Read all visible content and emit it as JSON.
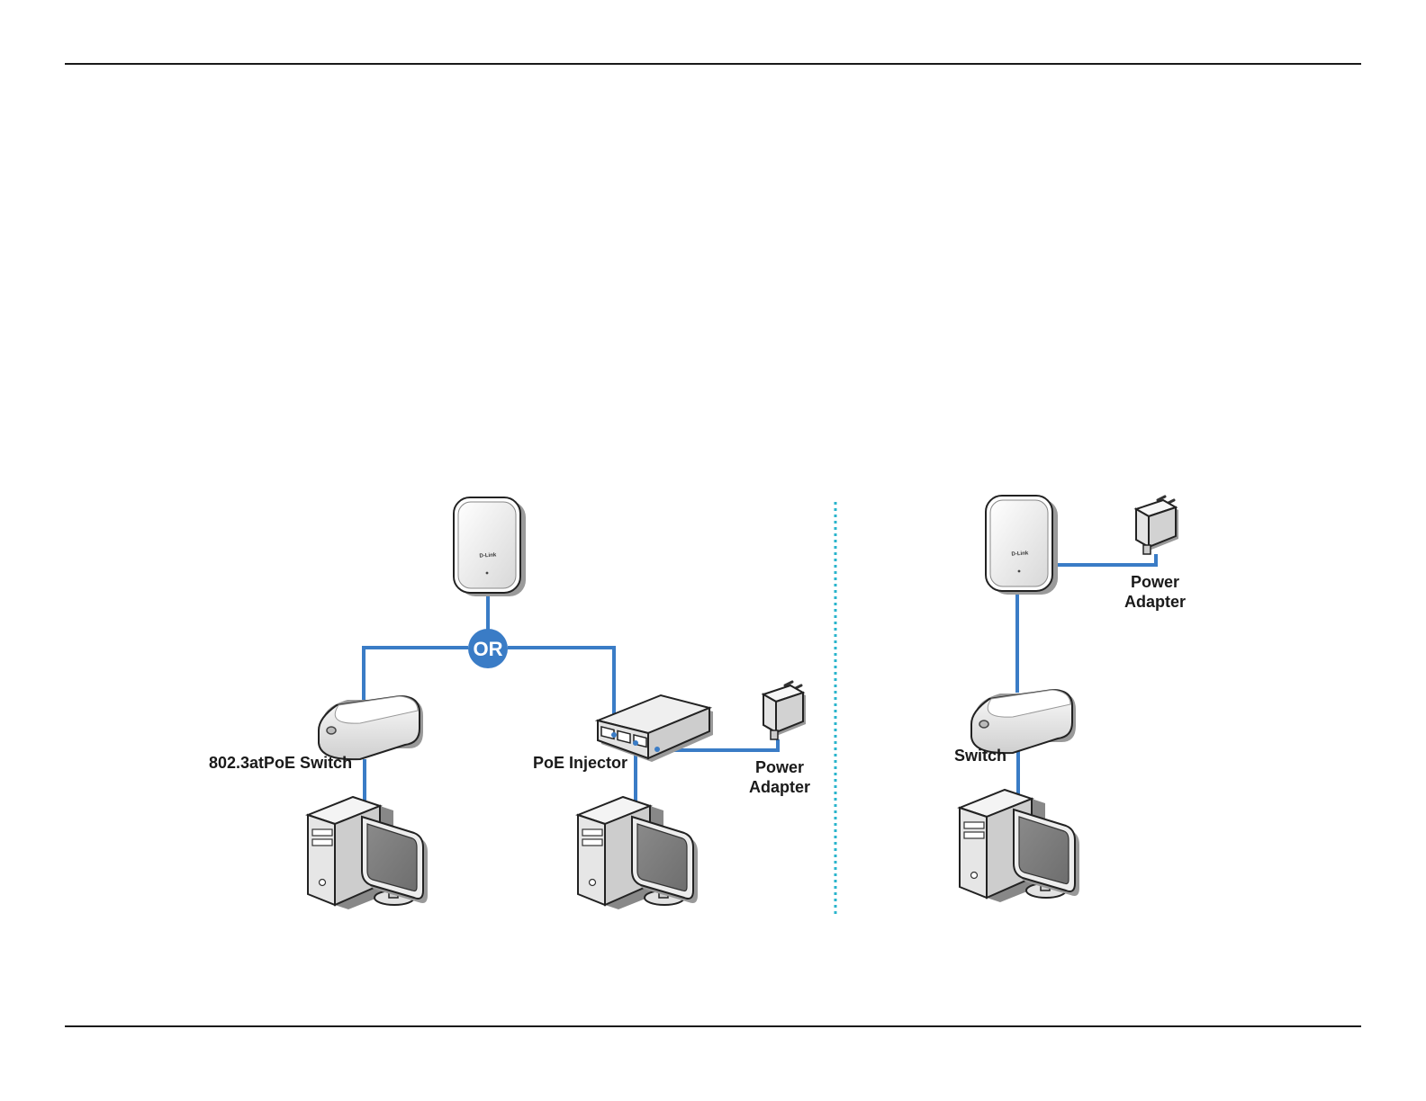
{
  "colors": {
    "cable": "#3a7cc6",
    "or_badge": "#3a7cc6",
    "divider": "#2ab4cc",
    "rule": "#1a1a1a"
  },
  "diagram": {
    "or_label": "OR",
    "brand_label": "D-Link",
    "left": {
      "switch_label": "802.3atPoE Switch",
      "injector_label": "PoE Injector",
      "adapter_label_line1": "Power",
      "adapter_label_line2": "Adapter"
    },
    "right": {
      "switch_label": "Switch",
      "adapter_label_line1": "Power",
      "adapter_label_line2": "Adapter"
    },
    "icons": [
      "access-point-icon",
      "poe-switch-icon",
      "poe-injector-icon",
      "power-adapter-icon",
      "desktop-computer-icon"
    ]
  }
}
